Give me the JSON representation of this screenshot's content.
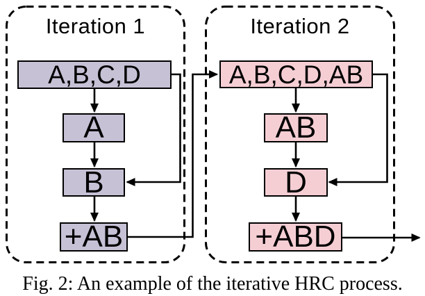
{
  "figure": {
    "caption": "Fig. 2: An example of the iterative HRC process.",
    "colors": {
      "iteration1_box_fill": "#c7c1d6",
      "iteration2_box_fill": "#f5ced4",
      "line_color": "#000000",
      "background": "#ffffff"
    },
    "panels": [
      {
        "title": "Iteration 1",
        "nodes": [
          {
            "label": "A,B,C,D"
          },
          {
            "label": "A"
          },
          {
            "label": "B"
          },
          {
            "label": "+AB"
          }
        ]
      },
      {
        "title": "Iteration 2",
        "nodes": [
          {
            "label": "A,B,C,D,AB"
          },
          {
            "label": "AB"
          },
          {
            "label": "D"
          },
          {
            "label": "+ABD"
          }
        ]
      }
    ],
    "edges": [
      {
        "from": "A,B,C,D",
        "to": "A"
      },
      {
        "from": "A",
        "to": "B"
      },
      {
        "from": "A,B,C,D",
        "to": "B"
      },
      {
        "from": "B",
        "to": "+AB"
      },
      {
        "from": "+AB",
        "to": "A,B,C,D,AB"
      },
      {
        "from": "A,B,C,D,AB",
        "to": "AB"
      },
      {
        "from": "AB",
        "to": "D"
      },
      {
        "from": "A,B,C,D,AB",
        "to": "D"
      },
      {
        "from": "D",
        "to": "+ABD"
      },
      {
        "from": "+ABD",
        "to": "(output)"
      }
    ]
  }
}
